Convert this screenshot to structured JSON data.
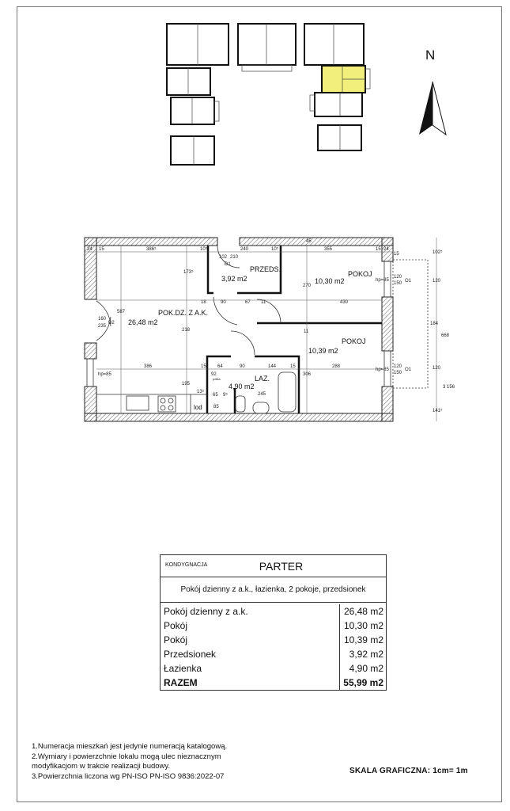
{
  "site_plan": {
    "highlight_color": "#f2f07a"
  },
  "north_label": "N",
  "floor_plan": {
    "rooms": [
      {
        "name": "POK.DZ. Z A.K.",
        "area": "26,48 m2"
      },
      {
        "name": "PRZEDS.",
        "area": "3,92 m2"
      },
      {
        "name": "POKOJ",
        "area": "10,30 m2"
      },
      {
        "name": "POKOJ",
        "area": "10,39 m2"
      },
      {
        "name": "LAZ.",
        "area": "4,90 m2"
      }
    ],
    "fixtures": {
      "fridge": "lod",
      "shelf": "półka"
    },
    "dims": {
      "top": [
        "24",
        "15",
        "386⁵",
        "10⁵",
        "240",
        "10⁵",
        "355",
        "15",
        "24",
        "15",
        "45"
      ],
      "door_d1": [
        "102",
        "210",
        "D1"
      ],
      "mid": [
        "18",
        "90",
        "67",
        "11",
        "430"
      ],
      "vertical": [
        "173⁵",
        "218",
        "195",
        "270",
        "11",
        "306",
        "587"
      ],
      "lower": [
        "386",
        "15",
        "64",
        "90",
        "144",
        "15",
        "288"
      ],
      "bath": [
        "92",
        "245",
        "13⁵",
        "9⁵",
        "85",
        "65"
      ],
      "windows": [
        "hp=85",
        "120",
        "150",
        "O1"
      ],
      "door_d2": [
        "160",
        "235",
        "D2"
      ],
      "right": [
        "102⁵",
        "120",
        "184",
        "668",
        "120",
        "141⁵",
        "3 156"
      ]
    }
  },
  "table": {
    "kondygnacja_label": "KONDYGNACJA",
    "kondygnacja_value": "PARTER",
    "description": "Pokój dzienny z a.k., łazienka, 2 pokoje, przedsionek",
    "rows": [
      {
        "name": "Pokój dzienny z a.k.",
        "area": "26,48 m2"
      },
      {
        "name": "Pokój",
        "area": "10,30 m2"
      },
      {
        "name": "Pokój",
        "area": "10,39 m2"
      },
      {
        "name": "Przedsionek",
        "area": "3,92 m2"
      },
      {
        "name": "Łazienka",
        "area": "4,90 m2"
      }
    ],
    "total": {
      "name": "RAZEM",
      "area": "55,99 m2"
    }
  },
  "notes": [
    "1.Numeracja mieszkań jest jedynie numeracją katalogową.",
    "2.Wymiary i powierzchnie lokalu mogą ulec nieznacznym",
    "modyfikacjom w trakcie realizacji budowy.",
    "3.Powierzchnia liczona wg PN-ISO PN-ISO 9836:2022-07"
  ],
  "scale": "SKALA GRAFICZNA: 1cm= 1m"
}
